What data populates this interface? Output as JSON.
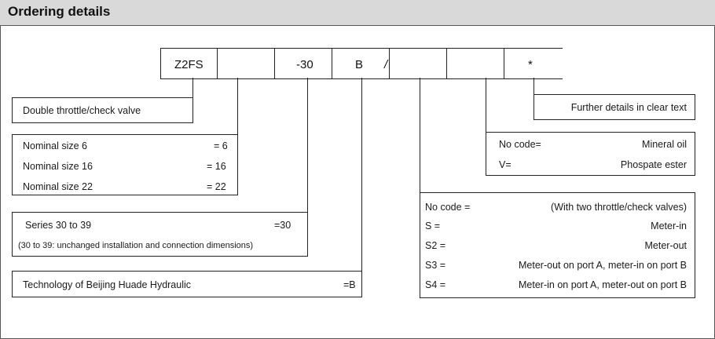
{
  "title": "Ordering details",
  "code": {
    "z2fs": "Z2FS",
    "series": "-30",
    "tech": "B",
    "slash": "/",
    "star": "*"
  },
  "further": "Further details in clear text",
  "valve": "Double throttle/check valve",
  "sizes": [
    {
      "label": "Nominal size 6",
      "value": "= 6"
    },
    {
      "label": "Nominal size 16",
      "value": "= 16"
    },
    {
      "label": "Nominal size 22",
      "value": "= 22"
    }
  ],
  "series_box": {
    "label": "Series 30 to 39",
    "value": "=30",
    "note": "(30 to 39: unchanged installation and  connection dimensions)"
  },
  "technology": {
    "label": "Technology of Beijing Huade Hydraulic",
    "value": "=B"
  },
  "seal": [
    {
      "code": "No code=",
      "desc": "Mineral oil"
    },
    {
      "code": "V=",
      "desc": "Phospate ester"
    }
  ],
  "throttle": [
    {
      "code": "No code =",
      "desc": "(With two throttle/check valves)"
    },
    {
      "code": "S  =",
      "desc": "Meter-in"
    },
    {
      "code": "S2 =",
      "desc": "Meter-out"
    },
    {
      "code": "S3 =",
      "desc": "Meter-out on port A, meter-in on port B"
    },
    {
      "code": "S4 =",
      "desc": "Meter-in on port A, meter-out on port B"
    }
  ]
}
